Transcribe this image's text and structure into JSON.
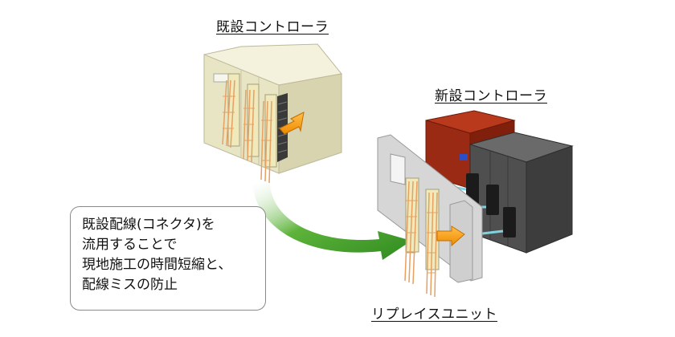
{
  "labels": {
    "old_controller": "既設コントローラ",
    "new_controller": "新設コントローラ",
    "replace_unit": "リプレイスユニット"
  },
  "callout": {
    "lines": [
      "既設配線(コネクタ)を",
      "流用することで",
      "現地施工の時間短縮と、",
      "配線ミスの防止"
    ]
  },
  "colors": {
    "old_cabinet_front": "#ece9c8",
    "new_cabinet_red": "#9b2a14",
    "new_cabinet_gray": "#4a4a4a",
    "arrow_orange": "#f5a000",
    "curve_green": "#3f9b2a",
    "wire_orange": "#e8a060"
  }
}
